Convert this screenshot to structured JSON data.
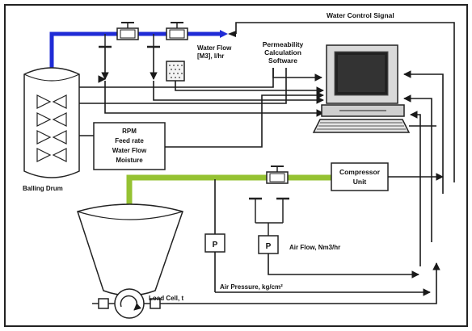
{
  "labels": {
    "water_control_signal": "Water Control Signal",
    "water_flow": "Water Flow",
    "water_flow_unit": "[M3], l/hr",
    "software_line1": "Permeability",
    "software_line2": "Calculation",
    "software_line3": "Software",
    "rpm": "RPM",
    "feed_rate": "Feed rate",
    "water_flow_param": "Water Flow",
    "moisture": "Moisture",
    "balling_drum": "Balling Drum",
    "compressor_line1": "Compressor",
    "compressor_line2": "Unit",
    "pressure_symbol_1": "P",
    "pressure_symbol_2": "P",
    "air_flow": "Air Flow, Nm3/hr",
    "air_pressure": "Air Pressure, kg/cm²",
    "load_cell": "Load Cell, t"
  },
  "colors": {
    "water_line": "#1f2bd6",
    "air_line": "#95c232",
    "frame": "#222222"
  }
}
